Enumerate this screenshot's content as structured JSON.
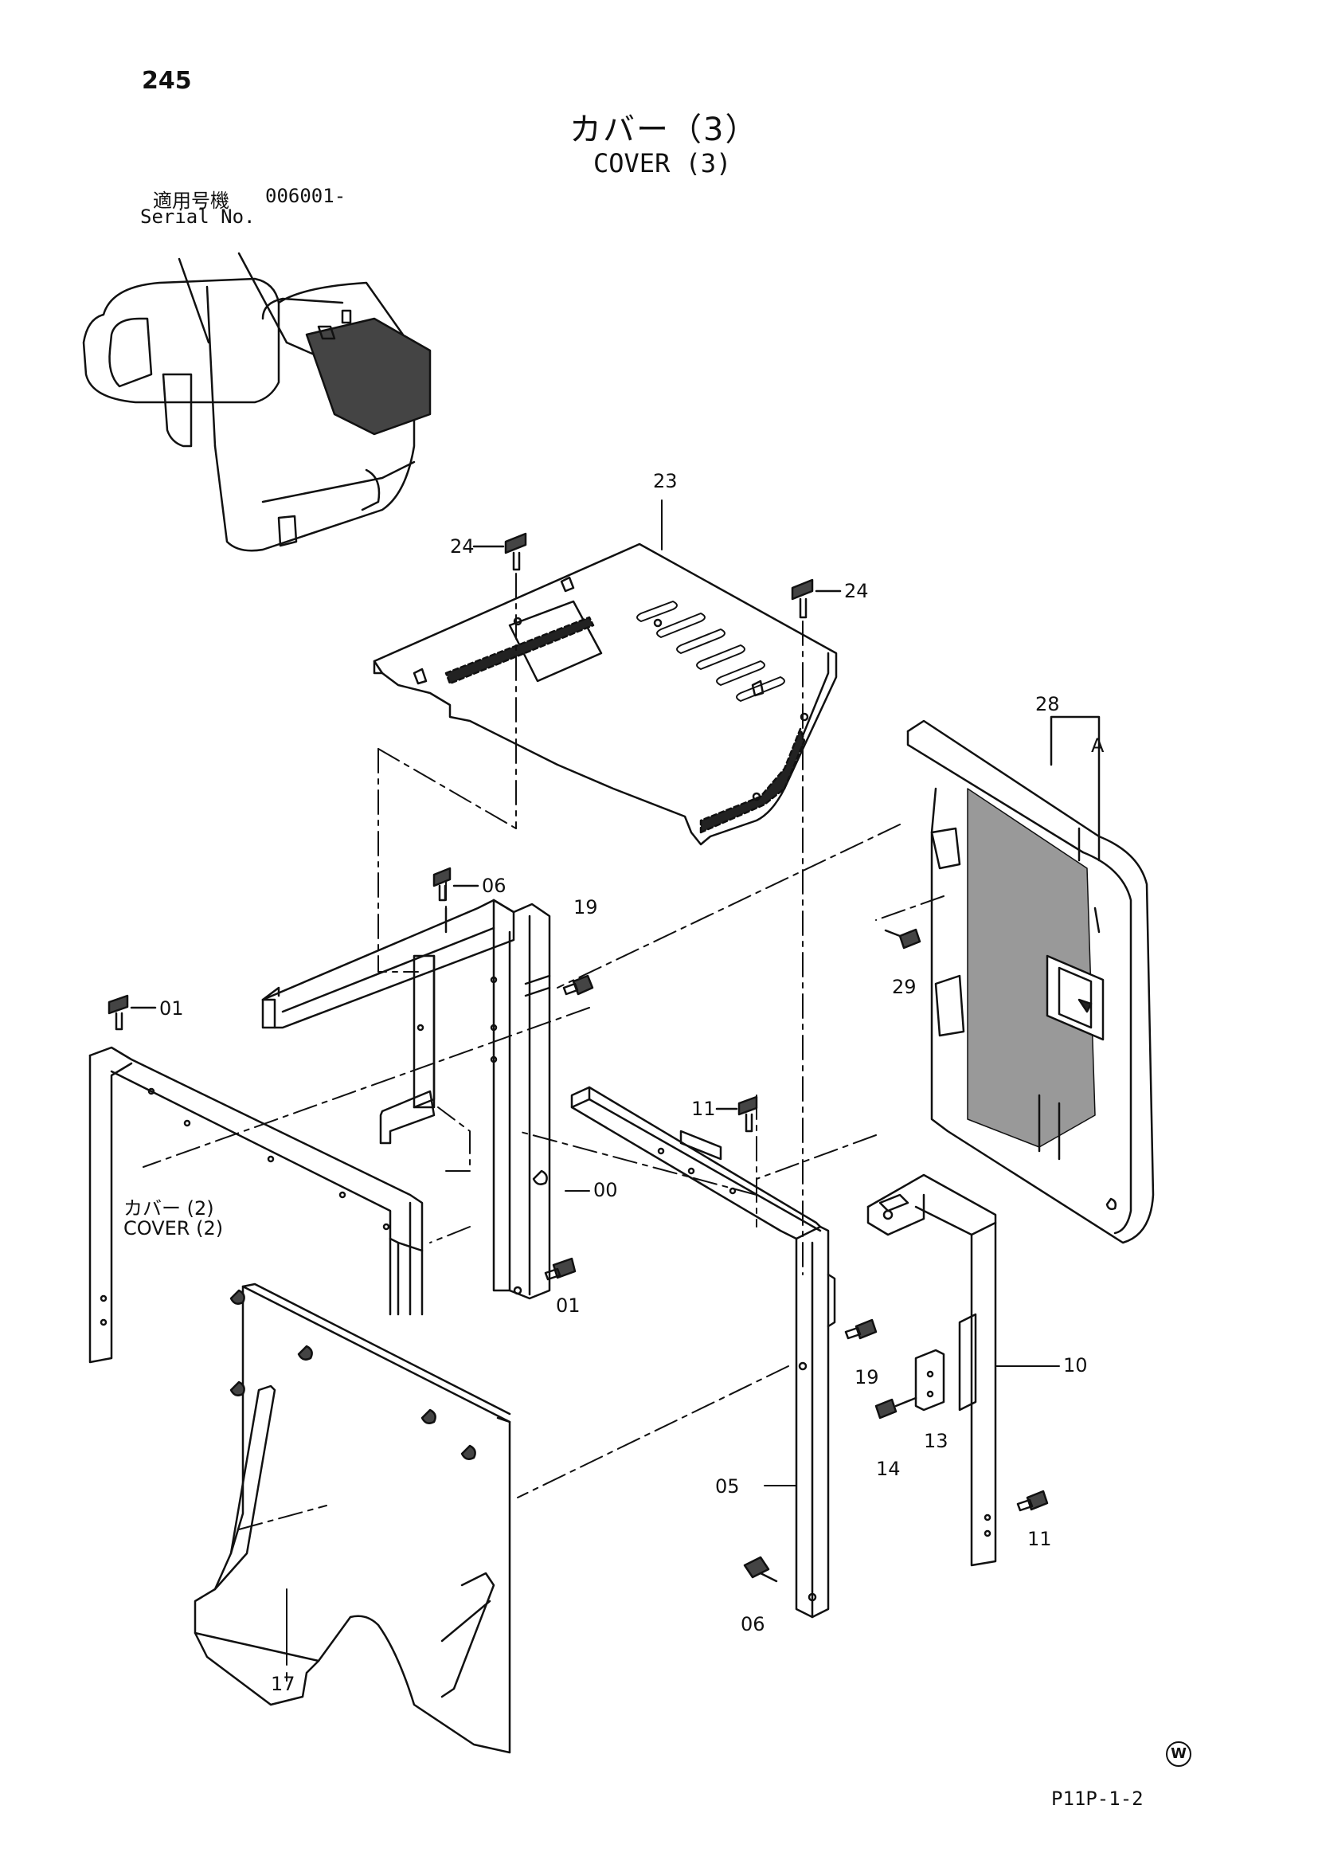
{
  "page": {
    "number": "245",
    "title_jp": "カバー（3）",
    "title_en": "COVER (3)",
    "serial_label_jp": "適用号機",
    "serial_label_en": "Serial No.",
    "serial_value": "006001-",
    "reference_jp": "カバー (2)",
    "reference_en": "COVER (2)",
    "mark": "W",
    "figure_code": "P11P-1-2"
  },
  "parts": [
    {
      "id": "p23",
      "label": "23"
    },
    {
      "id": "p24a",
      "label": "24"
    },
    {
      "id": "p24b",
      "label": "24"
    },
    {
      "id": "p28",
      "label": "28"
    },
    {
      "id": "pA",
      "label": "A"
    },
    {
      "id": "p06a",
      "label": "06"
    },
    {
      "id": "p19a",
      "label": "19"
    },
    {
      "id": "p01a",
      "label": "01"
    },
    {
      "id": "p29",
      "label": "29"
    },
    {
      "id": "p11a",
      "label": "11"
    },
    {
      "id": "p00",
      "label": "00"
    },
    {
      "id": "p01b",
      "label": "01"
    },
    {
      "id": "p19b",
      "label": "19"
    },
    {
      "id": "p10",
      "label": "10"
    },
    {
      "id": "p13",
      "label": "13"
    },
    {
      "id": "p14",
      "label": "14"
    },
    {
      "id": "p05",
      "label": "05"
    },
    {
      "id": "p11b",
      "label": "11"
    },
    {
      "id": "p06b",
      "label": "06"
    },
    {
      "id": "p17",
      "label": "17"
    }
  ]
}
